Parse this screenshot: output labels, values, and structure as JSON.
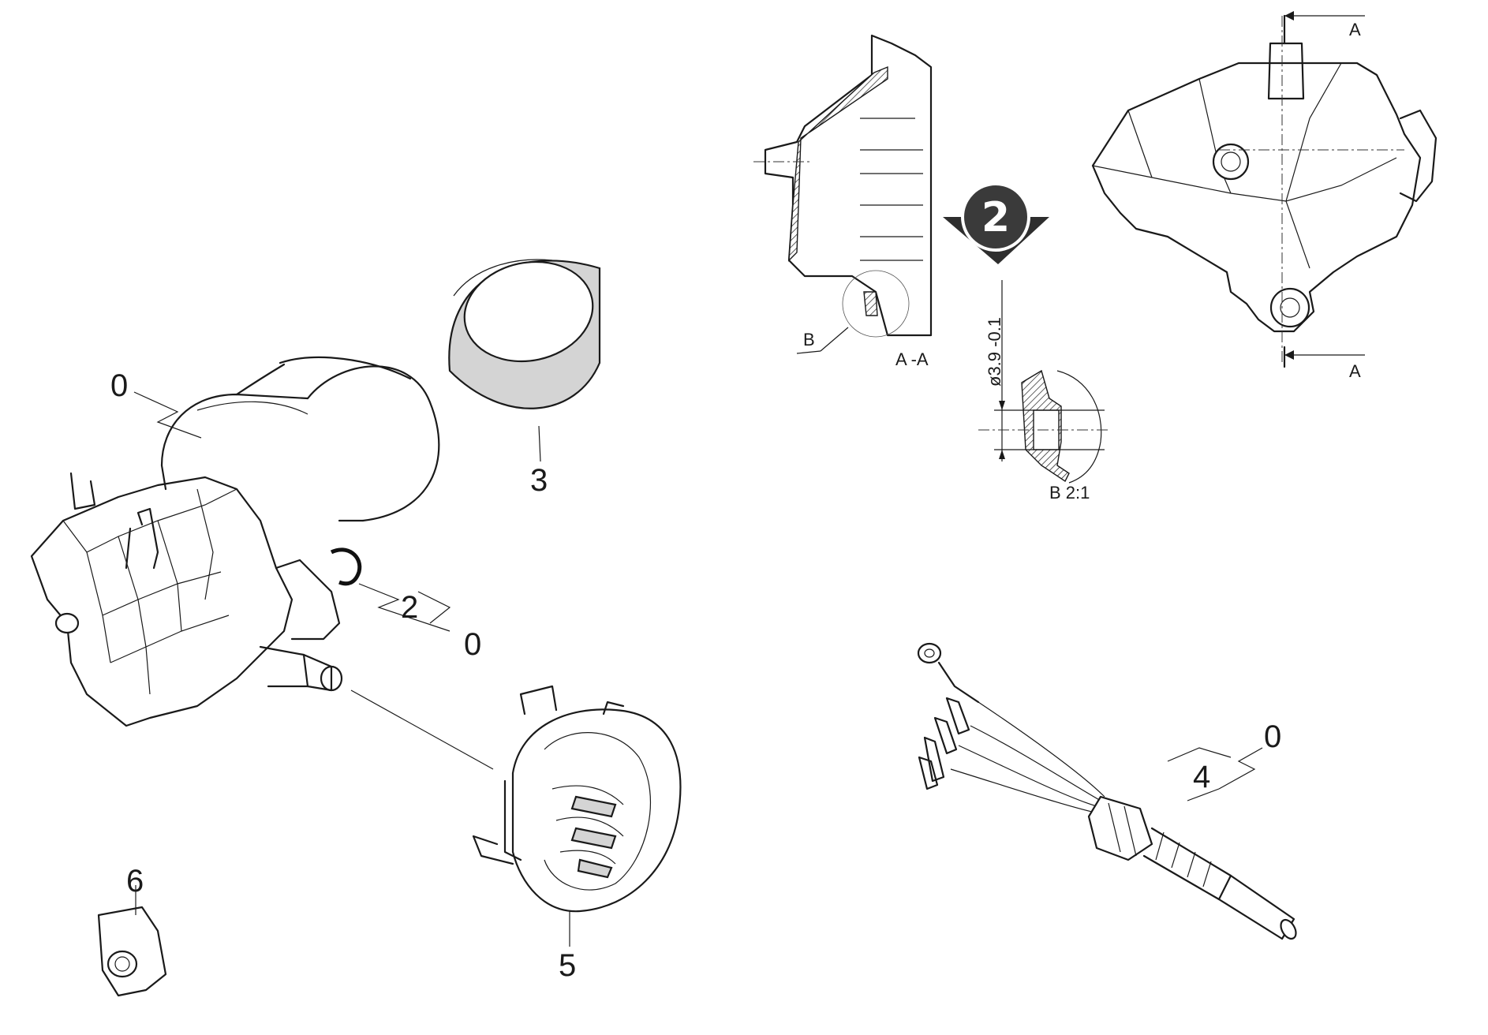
{
  "callouts": {
    "motor_top_ref": "0",
    "sleeve": "3",
    "connector_pos": "2",
    "connector_ref": "0",
    "cap": "5",
    "grommet": "6",
    "cable_pos": "4",
    "cable_ref": "0"
  },
  "section_view": {
    "cut_marker_top": "A",
    "cut_marker_bottom": "A",
    "section_label": "A -A",
    "detail_ref": "B",
    "detail_label": "B 2:1",
    "dimension": "ø3.9 -0.1"
  },
  "step_badge": {
    "number": "2"
  }
}
